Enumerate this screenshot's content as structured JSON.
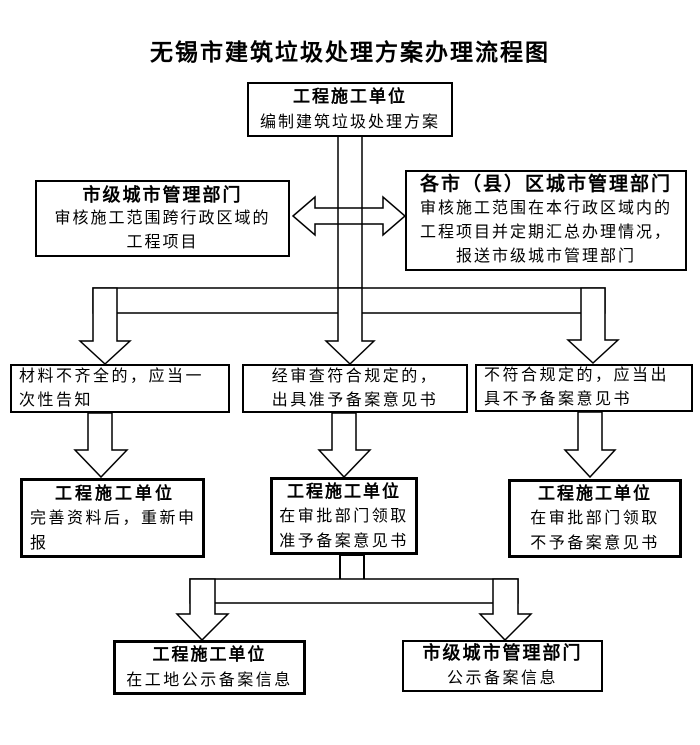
{
  "title": "无锡市建筑垃圾处理方案办理流程图",
  "nodes": {
    "prepare": {
      "title": "工程施工单位",
      "lines": [
        "编制建筑垃圾处理方案"
      ]
    },
    "city_mgmt": {
      "title": "市级城市管理部门",
      "lines": [
        "审核施工范围跨行政区域的",
        "工程项目"
      ]
    },
    "district_mgmt": {
      "title": "各市（县）区城市管理部门",
      "lines": [
        "审核施工范围在本行政区域内的",
        "工程项目并定期汇总办理情况，",
        "报送市级城市管理部门"
      ]
    },
    "incomplete": {
      "lines": [
        "材料不齐全的，应当一",
        "次性告知"
      ]
    },
    "approved": {
      "lines": [
        "经审查符合规定的，",
        "出具准予备案意见书"
      ]
    },
    "rejected": {
      "lines": [
        "不符合规定的，应当出",
        "具不予备案意见书"
      ]
    },
    "resubmit": {
      "title": "工程施工单位",
      "lines": [
        "完善资料后，重新申",
        "报"
      ]
    },
    "collect_approval": {
      "title": "工程施工单位",
      "lines": [
        "在审批部门领取",
        "准予备案意见书"
      ]
    },
    "collect_rejection": {
      "title": "工程施工单位",
      "lines": [
        "在审批部门领取",
        "不予备案意见书"
      ]
    },
    "site_publicity": {
      "title": "工程施工单位",
      "lines": [
        "在工地公示备案信息"
      ]
    },
    "city_publicity": {
      "title": "市级城市管理部门",
      "lines": [
        "公示备案信息"
      ]
    }
  },
  "colors": {
    "ink": "#000000",
    "paper": "#ffffff"
  }
}
